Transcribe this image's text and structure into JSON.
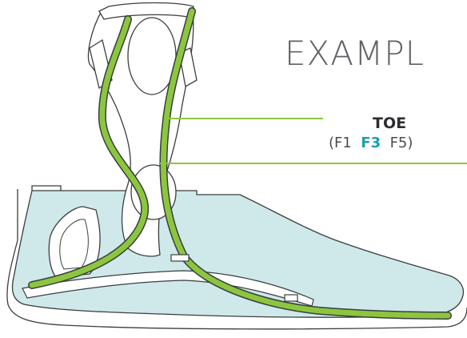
{
  "heading": "EXAMPL",
  "label": "TOE",
  "options": {
    "open": "(",
    "items": [
      "F1",
      "F3",
      "F5"
    ],
    "selected": "F3",
    "close": ")"
  },
  "colors": {
    "spring_green": "#8cc63f",
    "spring_outline": "#3b3d3f",
    "shell_fill": "#cfe9ea",
    "line_color": "#3b3d3f",
    "selected_text": "#1a9fb0"
  }
}
